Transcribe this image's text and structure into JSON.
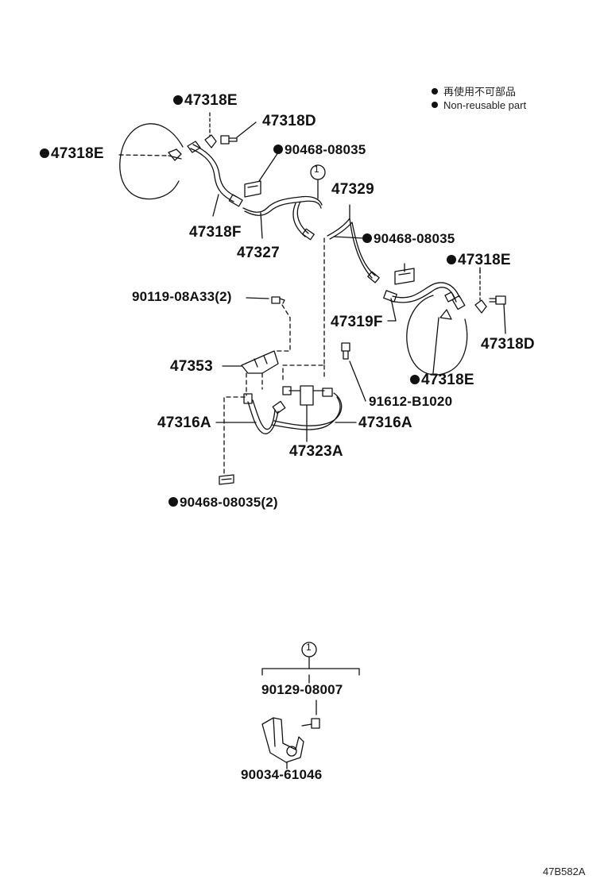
{
  "legend": {
    "jp": "再使用不可部品",
    "en": "Non-reusable part"
  },
  "callout_number": "1",
  "parts": {
    "p_47318E_top": "47318E",
    "p_47318D_top": "47318D",
    "p_47318E_left": "47318E",
    "p_90468_a": "90468-08035",
    "p_47329": "47329",
    "p_47318F": "47318F",
    "p_47327": "47327",
    "p_90468_b": "90468-08035",
    "p_47318E_right": "47318E",
    "p_90119": "90119-08A33(2)",
    "p_47319F": "47319F",
    "p_47318D_right": "47318D",
    "p_47353": "47353",
    "p_47318E_lower": "47318E",
    "p_91612": "91612-B1020",
    "p_47316A_left": "47316A",
    "p_47316A_right": "47316A",
    "p_47323A": "47323A",
    "p_90468_c": "90468-08035(2)",
    "p_90129": "90129-08007",
    "p_90034": "90034-61046"
  },
  "drawing_code": "47B582A"
}
